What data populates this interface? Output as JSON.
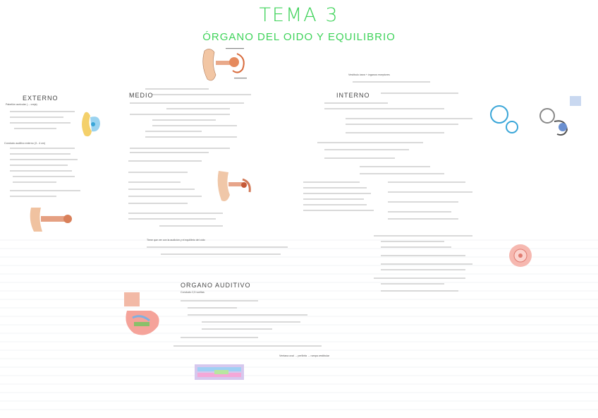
{
  "title": "TEMA 3",
  "subtitle": "ÓRGANO DEL OIDO Y EQUILIBRIO",
  "sections": {
    "externo": "EXTERNO",
    "medio": "MEDIO",
    "interno": "INTERNO",
    "auditivo": "ORGANO AUDITIVO"
  },
  "notes": {
    "externo_1": "Pabellón auricular (→ oreja)",
    "externo_2": "Conducto auditivo externo (3 - 4 cm)",
    "interno_top": "Vestíbulo ósea + órganos receptores",
    "medio_bottom": "Tiene que ver con la audición y el equilibrio del oído",
    "auditivo_1": "Conducto 2,5 vueltas",
    "auditivo_2": "Ventana oval → perilinfa → rampa vestibular"
  },
  "colors": {
    "accent": "#3fd35a",
    "ruled_line": "#e4e8ee"
  }
}
